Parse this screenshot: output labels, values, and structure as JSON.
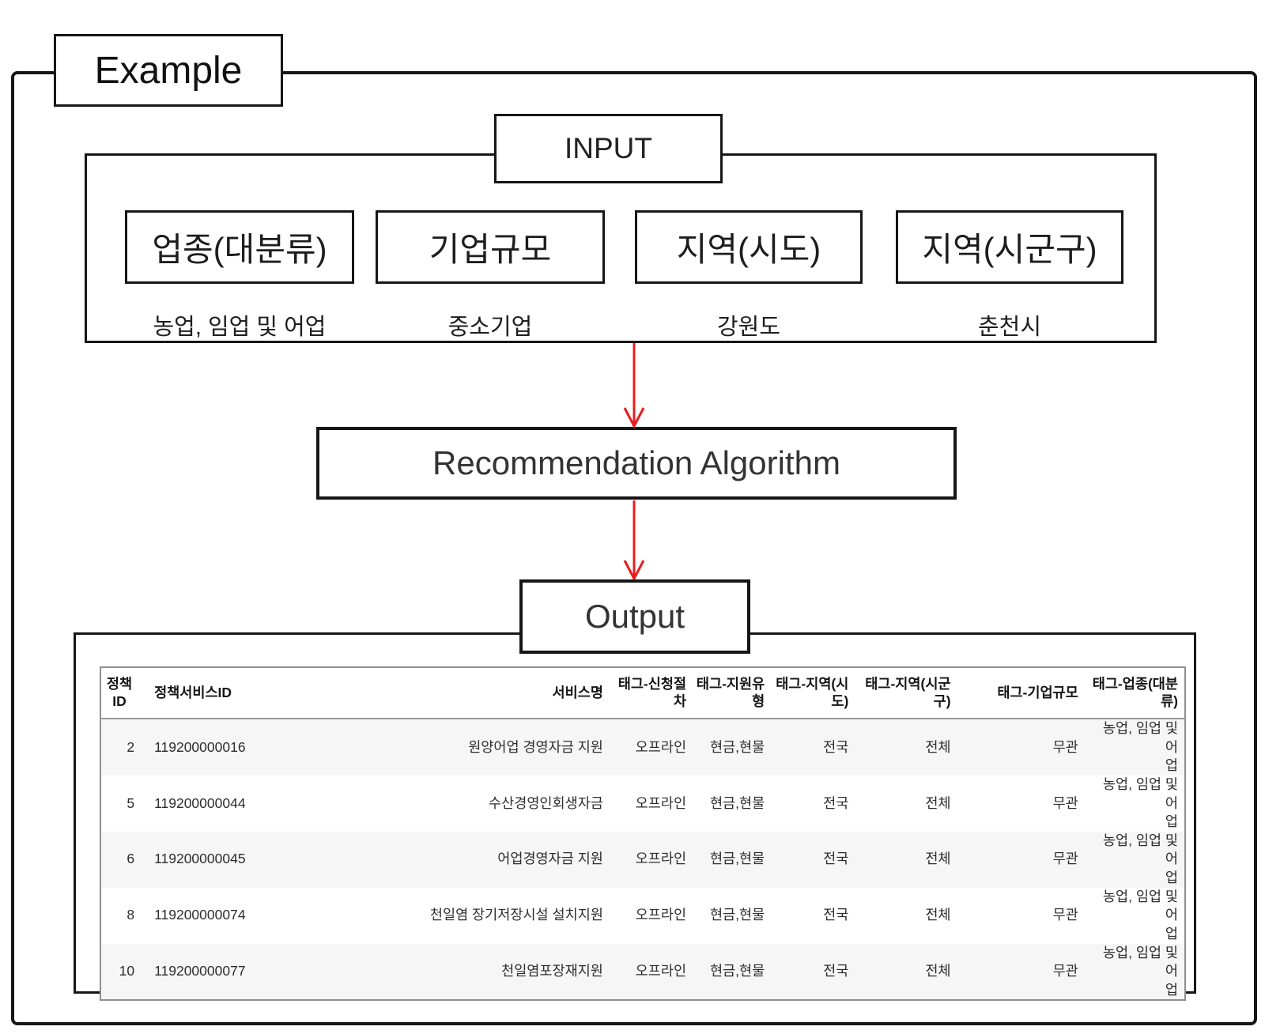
{
  "diagram": {
    "example_label": "Example",
    "input": {
      "title": "INPUT",
      "fields": [
        {
          "label": "업종(대분류)",
          "value": "농업, 임업 및 어업"
        },
        {
          "label": "기업규모",
          "value": "중소기업"
        },
        {
          "label": "지역(시도)",
          "value": "강원도"
        },
        {
          "label": "지역(시군구)",
          "value": "춘천시"
        }
      ]
    },
    "algorithm_label": "Recommendation Algorithm",
    "output_title": "Output"
  },
  "table": {
    "columns": [
      "정책\nID",
      "정책서비스ID",
      "서비스명",
      "태그-신청절\n차",
      "태그-지원유\n형",
      "태그-지역(시\n도)",
      "태그-지역(시군\n구)",
      "태그-기업규모",
      "태그-업종(대분\n류)"
    ],
    "rows": [
      [
        "2",
        "119200000016",
        "원양어업 경영자금 지원",
        "오프라인",
        "현금,현물",
        "전국",
        "전체",
        "무관",
        "농업, 임업 및 어\n업"
      ],
      [
        "5",
        "119200000044",
        "수산경영인회생자금",
        "오프라인",
        "현금,현물",
        "전국",
        "전체",
        "무관",
        "농업, 임업 및 어\n업"
      ],
      [
        "6",
        "119200000045",
        "어업경영자금 지원",
        "오프라인",
        "현금,현물",
        "전국",
        "전체",
        "무관",
        "농업, 임업 및 어\n업"
      ],
      [
        "8",
        "119200000074",
        "천일염 장기저장시설 설치지원",
        "오프라인",
        "현금,현물",
        "전국",
        "전체",
        "무관",
        "농업, 임업 및 어\n업"
      ],
      [
        "10",
        "119200000077",
        "천일염포장재지원",
        "오프라인",
        "현금,현물",
        "전국",
        "전체",
        "무관",
        "농업, 임업 및 어\n업"
      ]
    ]
  },
  "colors": {
    "arrow": "#ea1c1c",
    "table_border": "#8f8f8f",
    "row_alt": "#f6f6f6",
    "line": "#161616"
  }
}
